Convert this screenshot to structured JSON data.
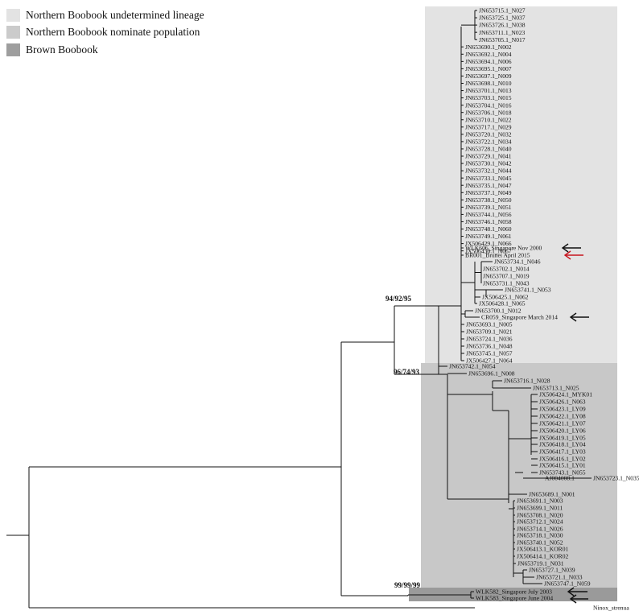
{
  "legend": [
    {
      "label": "Northern Boobook undetermined lineage",
      "color": "#e3e3e3"
    },
    {
      "label": "Northern Boobook nominate population",
      "color": "#cbcbcb"
    },
    {
      "label": "Brown Boobook",
      "color": "#9e9e9e"
    }
  ],
  "colors": {
    "region_undetermined": "#e3e3e3",
    "region_nominate": "#c8c8c8",
    "region_brown": "#9a9a9a",
    "branch": "#111111",
    "arrow": "#111111",
    "arrow_highlight": "#c8141e"
  },
  "support_values": [
    "94/92/95",
    "96/74/93",
    "99/99/99"
  ],
  "leaves": [
    "JN653715.1_N027",
    "JN653725.1_N037",
    "JN653726.1_N038",
    "JN653711.1_N023",
    "JN653705.1_N017",
    "JN653690.1_N002",
    "JN653692.1_N004",
    "JN653694.1_N006",
    "JN653695.1_N007",
    "JN653697.1_N009",
    "JN653698.1_N010",
    "JN653701.1_N013",
    "JN653703.1_N015",
    "JN653704.1_N016",
    "JN653706.1_N018",
    "JN653710.1_N022",
    "JN653717.1_N029",
    "JN653720.1_N032",
    "JN653722.1_N034",
    "JN653728.1_N040",
    "JN653729.1_N041",
    "JN653730.1_N042",
    "JN653732.1_N044",
    "JN653733.1_N045",
    "JN653735.1_N047",
    "JN653737.1_N049",
    "JN653738.1_N050",
    "JN653739.1_N051",
    "JN653744.1_N056",
    "JN653746.1_N058",
    "JN653748.1_N060",
    "JN653749.1_N061",
    "JX506429.1_N066",
    "JX506430.1_N067",
    "WLK606_Singapore Nov 2000",
    "BR001_Brunei April 2015",
    "JN653734.1_N046",
    "JN653702.1_N014",
    "JN653707.1_N019",
    "JN653731.1_N043",
    "JN653741.1_N053",
    "JX506425.1_N062",
    "JX506428.1_N065",
    "JN653700.1_N012",
    "CR059_Singapore March 2014",
    "JN653693.1_N005",
    "JN653709.1_N021",
    "JN653724.1_N036",
    "JN653736.1_N048",
    "JN653745.1_N057",
    "JX506427.1_N064",
    "JN653742.1_N054",
    "JN653696.1_N008",
    "JN653716.1_N028",
    "JN653713.1_N025",
    "JX506424.1_MYK01",
    "JX506426.1_N063",
    "JX506423.1_LY09",
    "JX506422.1_LY08",
    "JX506421.1_LY07",
    "JX506420.1_LY06",
    "JX506419.1_LY05",
    "JX506418.1_LY04",
    "JX506417.1_LY03",
    "JX506416.1_LY02",
    "JX506415.1_LY01",
    "JN653743.1_N055",
    "AJ004008.1",
    "JN653723.1_N035",
    "JN653689.1_N001",
    "JN653691.1_N003",
    "JN653699.1_N011",
    "JN653708.1_N020",
    "JN653712.1_N024",
    "JN653714.1_N026",
    "JN653718.1_N030",
    "JN653740.1_N052",
    "JX506413.1_KOR01",
    "JX506414.1_KOR02",
    "JN653719.1_N031",
    "JN653727.1_N039",
    "JN653721.1_N033",
    "JN653747.1_N059",
    "WLK582_Singapore July 2003",
    "WLK583_Singapore June 2004",
    "Ninox_strenua"
  ]
}
